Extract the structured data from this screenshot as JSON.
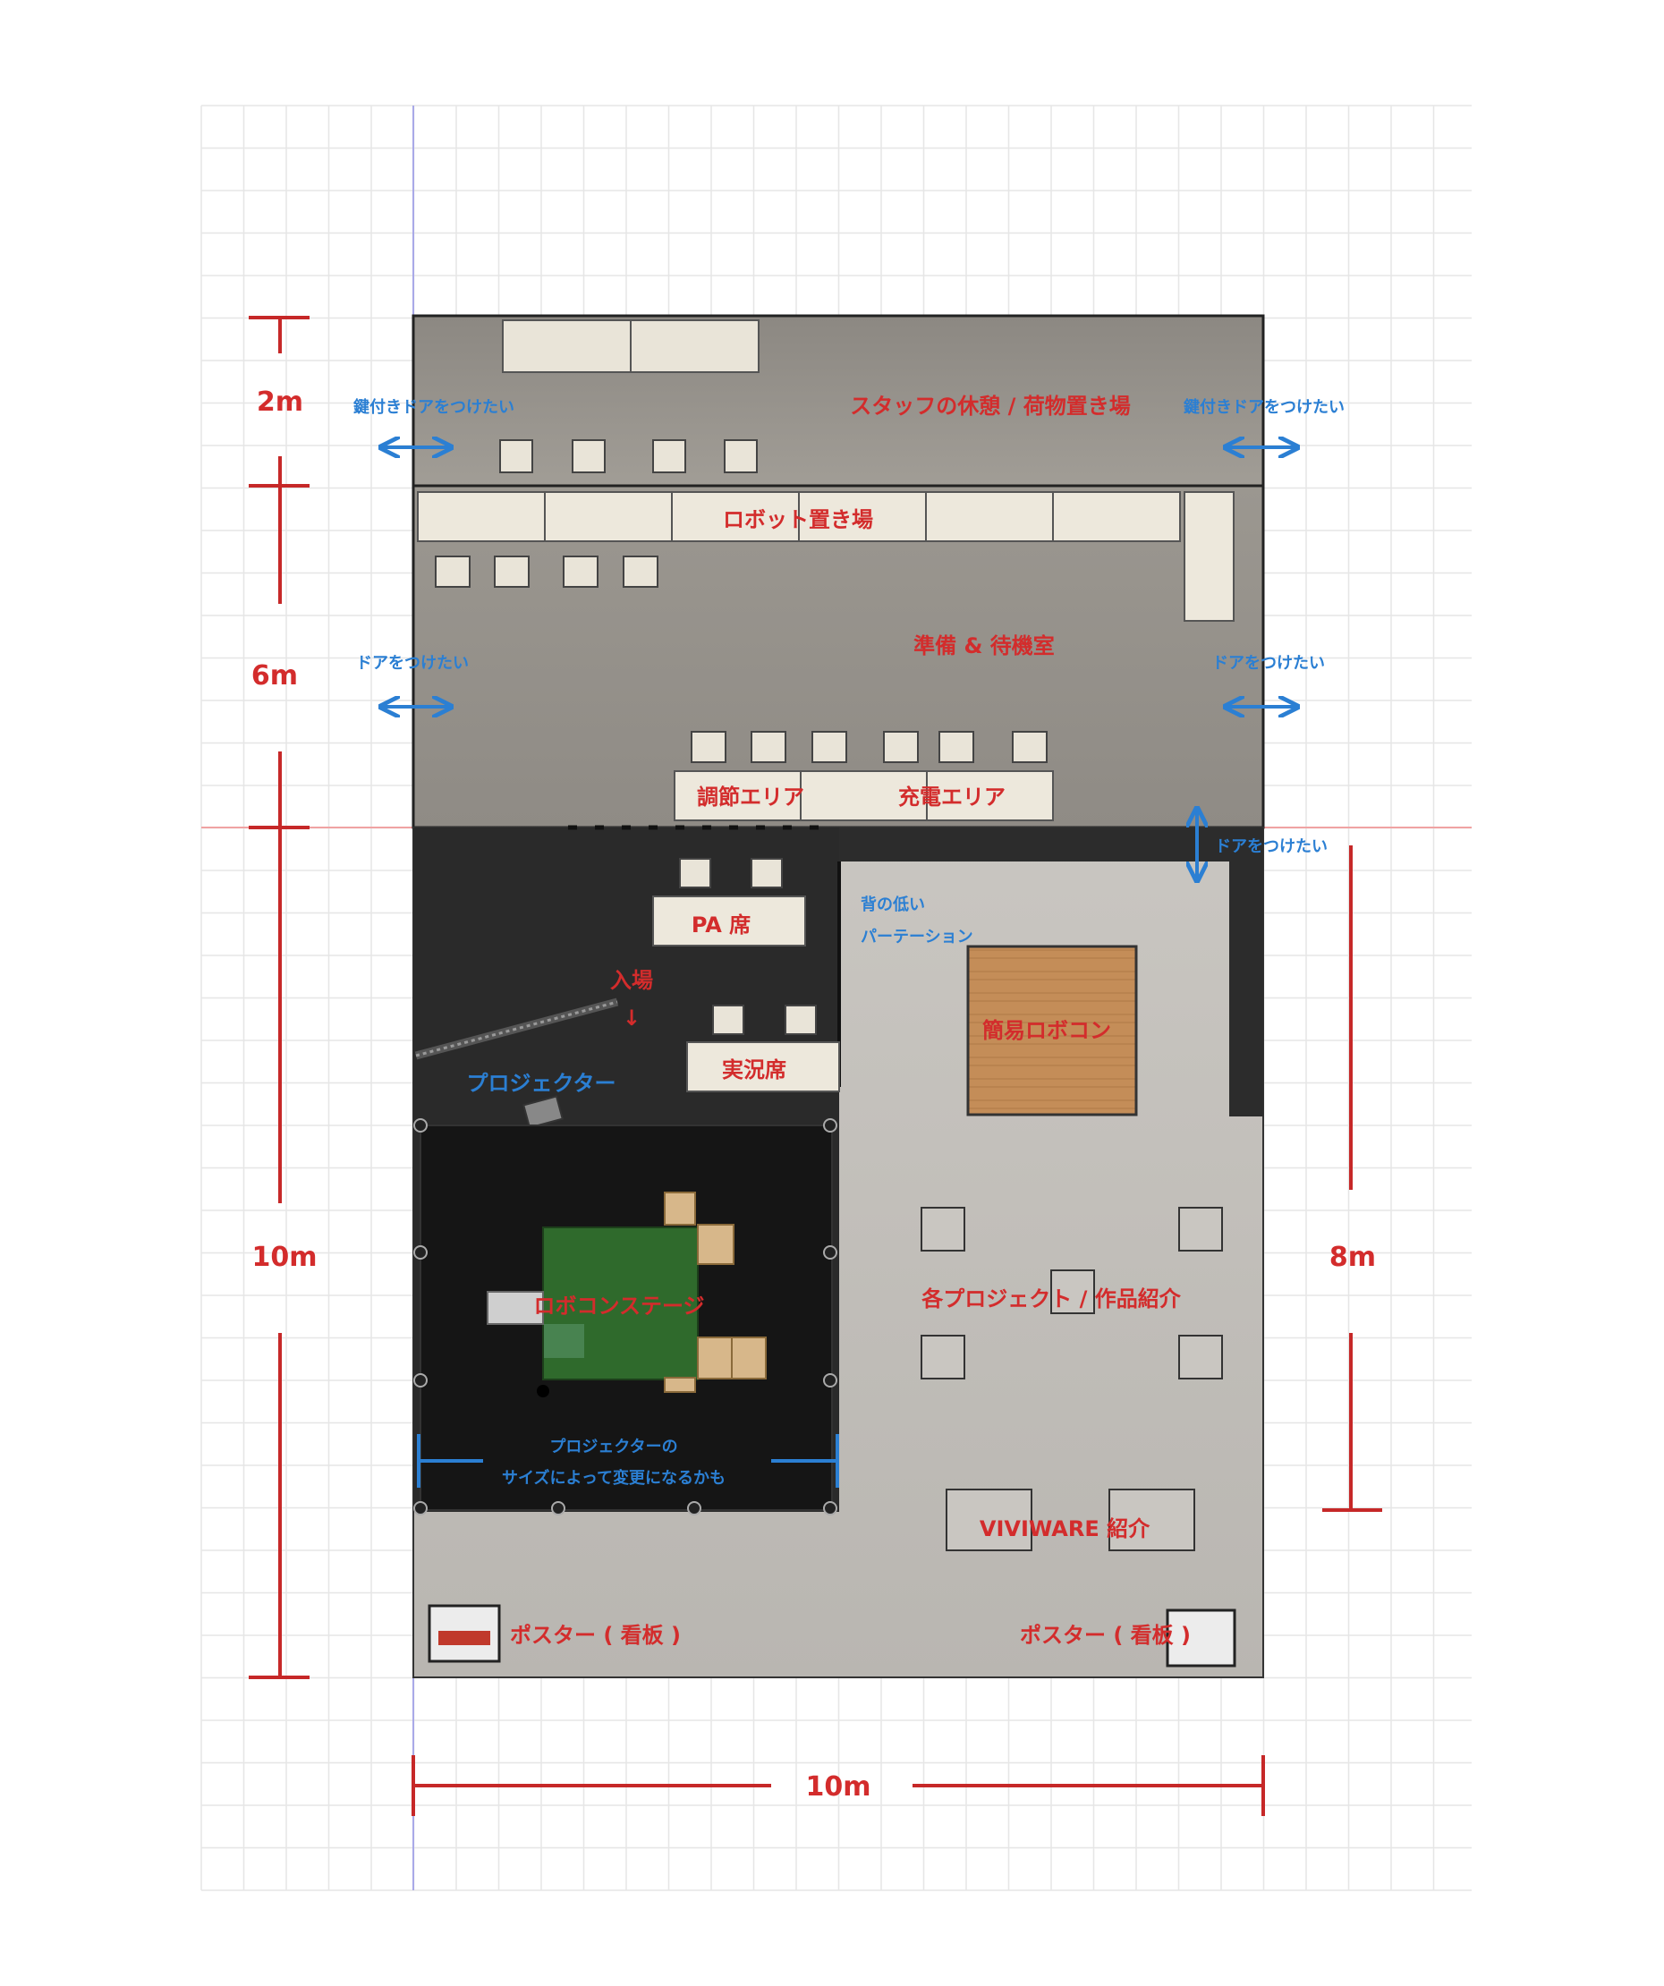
{
  "colors": {
    "label_red": "#d32c2c",
    "label_blue": "#2b7fd3",
    "dimension_red": "#c62828",
    "door_arrow": "#2b7fd3",
    "stage_green": "#2f6a2c",
    "mini_robocon": "#c08a55",
    "dark_zone": "#2a2a2a",
    "room_gray": "#9a968f"
  },
  "dimensions": {
    "top_2m": "2m",
    "middle_6m": "6m",
    "left_10m": "10m",
    "right_8m": "8m",
    "bottom_10m": "10m"
  },
  "rooms": {
    "staff": "スタッフの休憩 / 荷物置き場",
    "robot_storage": "ロボット置き場",
    "prep": "準備 & 待機室",
    "tuning": "調節エリア",
    "charging": "充電エリア",
    "pa": "PA 席",
    "commentary": "実況席",
    "entrance": "入場",
    "entrance_arrow": "↓",
    "projector": "プロジェクター",
    "stage": "ロボコンステージ",
    "mini_robocon": "簡易ロボコン",
    "projects": "各プロジェクト / 作品紹介",
    "viviware": "VIVIWARE 紹介",
    "poster_left": "ポスター ( 看板 )",
    "poster_right": "ポスター ( 看板 )"
  },
  "notes": {
    "locked_door_left": "鍵付きドアをつけたい",
    "locked_door_right": "鍵付きドアをつけたい",
    "door_left": "ドアをつけたい",
    "door_right": "ドアをつけたい",
    "door_partition": "ドアをつけたい",
    "partition_line1": "背の低い",
    "partition_line2": "パーテーション",
    "projector_note_line1": "プロジェクターの",
    "projector_note_line2": "サイズによって変更になるかも"
  }
}
